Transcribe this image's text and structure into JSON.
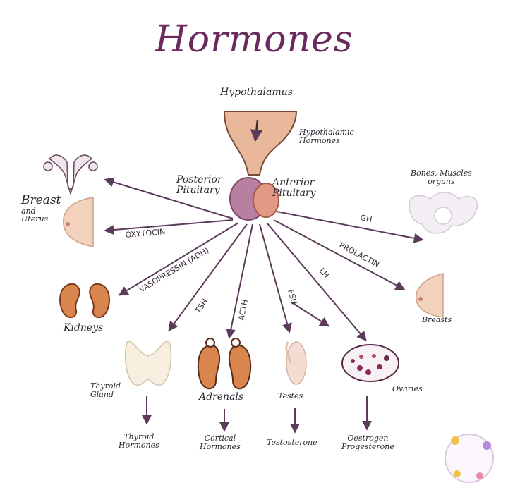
{
  "title": "Hormones",
  "center": {
    "hypothalamus": "Hypothalamus",
    "hypothalamic_hormones": [
      "Hypothalamic",
      "Hormones"
    ],
    "posterior_pituitary": [
      "Posterior",
      "Pituitary"
    ],
    "anterior_pituitary": [
      "Anterior",
      "Pituitary"
    ]
  },
  "arrows": {
    "oxytocin": "OXYTOCIN",
    "vasopressin": "VASOPRESSIN (ADH)",
    "tsh": "TSH",
    "acth": "ACTH",
    "fsh": "FSH",
    "lh": "LH",
    "prolactin": "PROLACTIN",
    "gh": "GH"
  },
  "targets": {
    "breast_uterus": [
      "Breast",
      "and",
      "Uterus"
    ],
    "kidneys": "Kidneys",
    "thyroid": [
      "Thyroid",
      "Gland"
    ],
    "adrenals": "Adrenals",
    "testes": "Testes",
    "ovaries": "Ovaries",
    "breasts": "Breasts",
    "bones": [
      "Bones, Muscles",
      "organs"
    ]
  },
  "outputs": {
    "thyroid_hormones": [
      "Thyroid",
      "Hormones"
    ],
    "cortical_hormones": [
      "Cortical",
      "Hormones"
    ],
    "testosterone": "Testosterone",
    "oestrogen_progesterone": [
      "Oestrogen",
      "Progesterone"
    ]
  },
  "colors": {
    "title": "#6a2a5e",
    "arrow": "#5b3a5c",
    "pituitary": "#c98a9a",
    "tissue": "#e9b79a",
    "kidney": "#d9854e"
  }
}
